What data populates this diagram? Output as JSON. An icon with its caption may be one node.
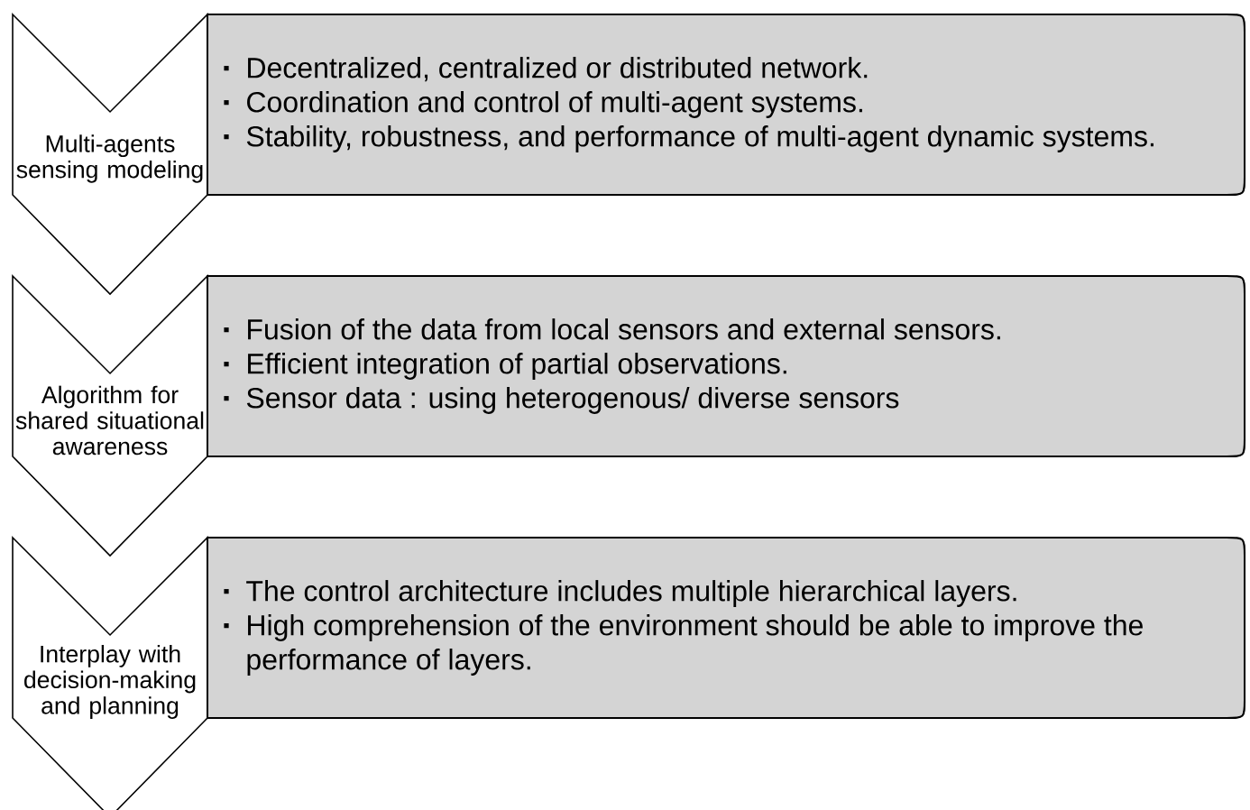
{
  "diagram": {
    "nodes": [
      {
        "text": [
          "Multi-agents sensing modeling"
        ]
      },
      {
        "text": [
          "Decentralized, centralized or distributed network.",
          "Coordination and control of multi-agent systems.",
          "Stability, robustness, and performance of multi-agent dynamic systems."
        ]
      },
      {
        "text": [
          "Algorithm for shared situational awareness"
        ]
      },
      {
        "text": [
          "Fusion of the data from local sensors and external sensors.",
          "Efficient integration of partial observations.",
          "Sensor data : using heterogenous/ diverse sensors"
        ]
      },
      {
        "text": [
          "Interplay with decision-making and planning"
        ]
      },
      {
        "text": [
          "The control architecture includes multiple hierarchical layers.",
          "High comprehension of the environment should be able to improve the performance of layers."
        ]
      }
    ]
  }
}
